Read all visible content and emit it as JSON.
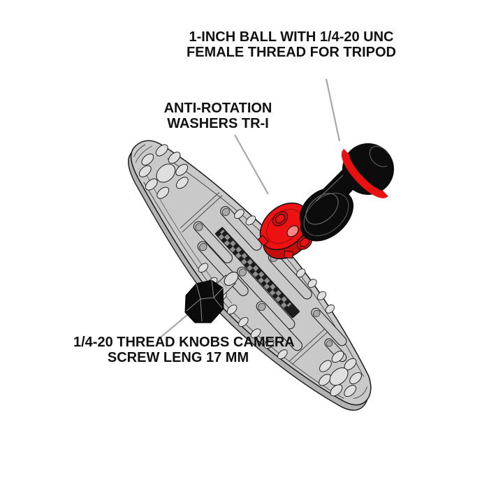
{
  "diagram": {
    "type": "exploded-parts-diagram",
    "subject": "underwater camera tray with ball adapter, anti-rotation washer and thread knob",
    "background": "#ffffff",
    "labels": {
      "ball": {
        "line1": "1-INCH BALL WITH 1/4-20 UNC",
        "line2": "FEMALE THREAD FOR TRIPOD"
      },
      "washer": {
        "line1": "ANTI-ROTATION",
        "line2": "WASHERS TR-I"
      },
      "knob": {
        "line1": "1/4-20 THREAD KNOBS CAMERA",
        "line2": "SCREW LENG 17 MM"
      }
    },
    "watermark": "▚▞▚▞▚▞▚▞▚▞▚▞▚▞▚▞▚▞▚▞▚▞▚▞",
    "colors": {
      "accent_red": "#ee1111",
      "part_black": "#0c0c0c",
      "tray_gray": "#c9c9c9",
      "leader_gray": "#a8a8a8",
      "text_black": "#111111"
    }
  }
}
